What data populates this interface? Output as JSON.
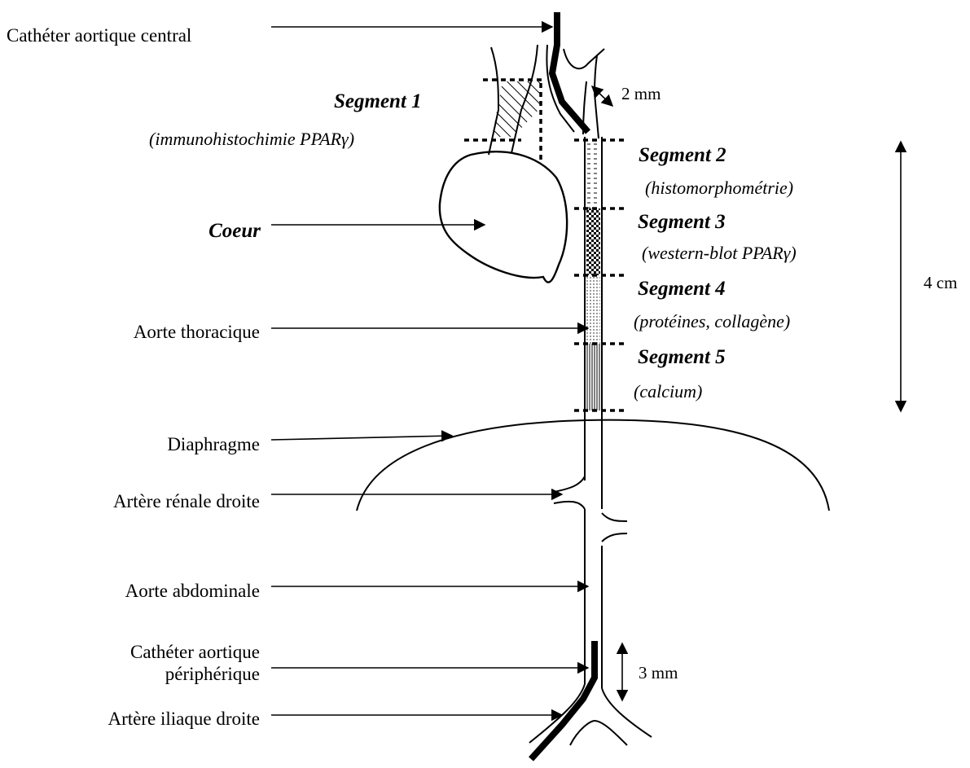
{
  "labels": {
    "catheter_central": "Cathéter aortique central",
    "coeur": "Coeur",
    "aorte_thoracique": "Aorte thoracique",
    "diaphragme": "Diaphragme",
    "artere_renale": "Artère rénale droite",
    "aorte_abdominale": "Aorte abdominale",
    "catheter_peripherique_line1": "Cathéter aortique",
    "catheter_peripherique_line2": "périphérique",
    "artere_iliaque": "Artère iliaque droite"
  },
  "segments": [
    {
      "title": "Segment 1",
      "subtitle": "(immunohistochimie PPARγ)"
    },
    {
      "title": "Segment 2",
      "subtitle": "(histomorphométrie)"
    },
    {
      "title": "Segment 3",
      "subtitle": "(western-blot PPARγ)"
    },
    {
      "title": "Segment 4",
      "subtitle": "(protéines, collagène)"
    },
    {
      "title": "Segment 5",
      "subtitle": "(calcium)"
    }
  ],
  "dimensions": {
    "branch_gap": "2 mm",
    "segment_span": "4 cm",
    "catheter_tip": "3 mm"
  }
}
